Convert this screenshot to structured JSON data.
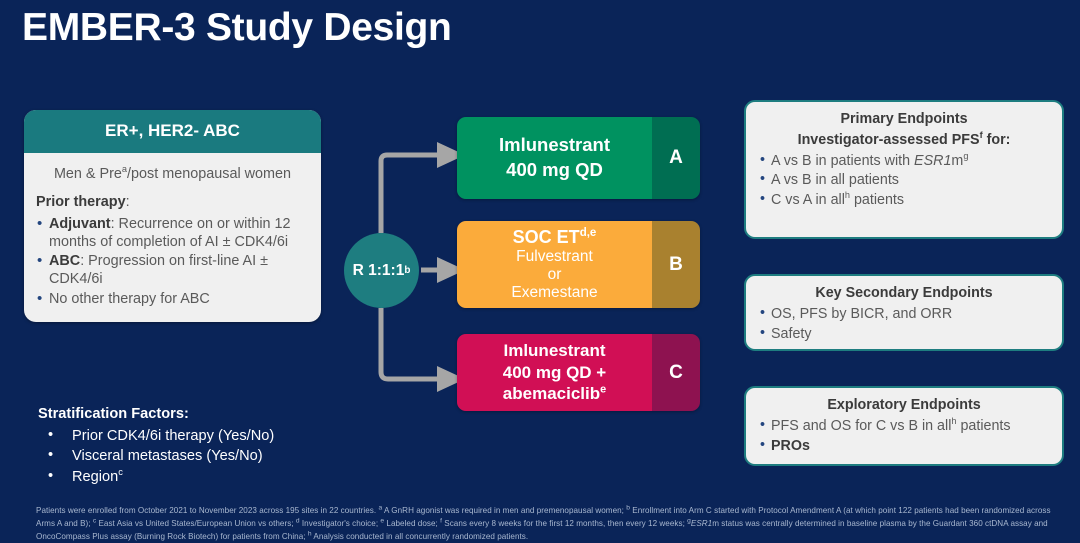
{
  "title": "EMBER-3 Study Design",
  "population": {
    "header": "ER+, HER2- ABC",
    "intro_line1": "Men & Pre",
    "intro_sup": "a",
    "intro_line2": "/post menopausal women",
    "prior_therapy_label": "Prior therapy",
    "prior_therapy_colon": ":",
    "bullets": [
      {
        "bold": "Adjuvant",
        "text": ": Recurrence on or within 12 months of completion of AI ± CDK4/6i"
      },
      {
        "bold": "ABC",
        "text": ": Progression on first-line AI ± CDK4/6i"
      },
      {
        "bold": "",
        "text": "No other therapy for ABC"
      }
    ]
  },
  "stratification": {
    "title": "Stratification Factors:",
    "items": [
      {
        "text": "Prior CDK4/6i therapy (Yes/No)",
        "sup": ""
      },
      {
        "text": "Visceral metastases (Yes/No)",
        "sup": ""
      },
      {
        "text": "Region",
        "sup": "c"
      }
    ]
  },
  "randomization": {
    "label": "R 1:1:1",
    "sup": "b"
  },
  "arms": [
    {
      "letter": "A",
      "line1": "Imlunestrant",
      "line2": "400 mg QD",
      "color": "#009260",
      "letter_color": "#006e52"
    },
    {
      "letter": "B",
      "title": "SOC ET",
      "title_sup": "d,e",
      "sub1": "Fulvestrant",
      "sub2": "or",
      "sub3": "Exemestane",
      "color": "#fbab3b",
      "letter_color": "#a9812f"
    },
    {
      "letter": "C",
      "line1": "Imlunestrant",
      "line2": "400 mg QD +",
      "line3": "abemaciclib",
      "line3_sup": "e",
      "color": "#d10f55",
      "letter_color": "#8e1250"
    }
  ],
  "endpoints": {
    "primary": {
      "title": "Primary Endpoints",
      "subtitle_pre": "Investigator-assessed PFS",
      "subtitle_sup": "f",
      "subtitle_post": " for:",
      "items": [
        {
          "pre": "A vs B in patients with ",
          "italic": "ESR1",
          "post": "m",
          "sup": "g"
        },
        {
          "pre": "A vs B in all patients",
          "italic": "",
          "post": "",
          "sup": ""
        },
        {
          "pre": "C vs A in all",
          "italic": "",
          "post": " patients",
          "sup": "h"
        }
      ]
    },
    "secondary": {
      "title": "Key Secondary Endpoints",
      "items": [
        {
          "text": "OS, PFS by BICR, and ORR",
          "bold": false
        },
        {
          "text": "Safety",
          "bold": false
        }
      ]
    },
    "exploratory": {
      "title": "Exploratory Endpoints",
      "items": [
        {
          "pre": "PFS and OS for C vs B in all",
          "sup": "h",
          "post": " patients",
          "bold": false
        },
        {
          "pre": "PROs",
          "sup": "",
          "post": "",
          "bold": true
        }
      ]
    }
  },
  "footnotes": {
    "line1_a": "Patients were enrolled from October 2021 to November 2023 across 195 sites in 22 countries. ",
    "line1_sup_a": "a",
    "line1_b": " A GnRH agonist was required in men and premenopausal women; ",
    "line1_sup_b": "b",
    "line1_c": " Enrollment into Arm C started with Protocol Amendment A (at which point 122 patients had been randomized across Arms A and B); ",
    "line2_sup_c": "c",
    "line2_c": " East Asia vs United States/European Union vs others; ",
    "line2_sup_d": "d",
    "line2_d": " Investigator's choice; ",
    "line2_sup_e": "e",
    "line2_e": " Labeled dose; ",
    "line2_sup_f": "f",
    "line2_f": " Scans every 8 weeks for the first 12 months, then every 12 weeks; ",
    "line2_sup_g": "g",
    "line2_g_italic": "ESR1",
    "line2_g": "m status was centrally determined in baseline plasma by the Guardant 360 ctDNA assay and OncoCompass Plus assay (Burning Rock Biotech) for patients from China; ",
    "line3_sup_h": "h",
    "line3_h": " Analysis conducted in all concurrently randomized patients."
  }
}
